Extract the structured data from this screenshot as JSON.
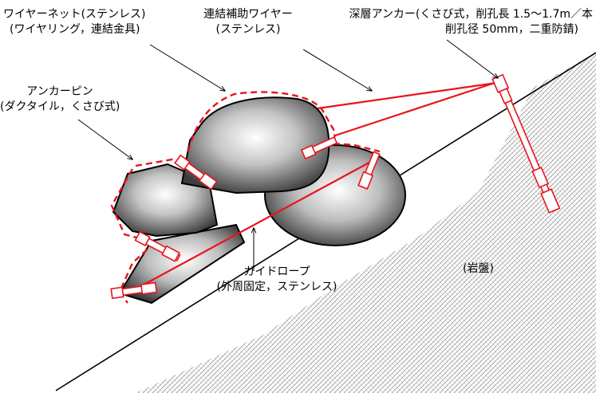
{
  "labels": {
    "wire_net": {
      "line1": "ワイヤーネット(ステンレス)",
      "line2": "(ワイヤリング，連結金具)"
    },
    "connecting_wire": {
      "line1": "連結補助ワイヤー",
      "line2": "(ステンレス)"
    },
    "deep_anchor": {
      "line1": "深層アンカー(くさび式，削孔長 1.5～1.7m／本",
      "line2": "削孔径 50mm，二重防錆)"
    },
    "anchor_pin": {
      "line1": "アンカーピン",
      "line2": "(ダクタイル，くさび式)"
    },
    "guide_rope": {
      "line1": "ガイドロープ",
      "line2": "(外周固定，ステンレス)"
    },
    "bedrock": "(岩盤)"
  },
  "colors": {
    "net_red": "#e8141c",
    "outline": "#000000",
    "hatch": "#7a7a7a"
  }
}
